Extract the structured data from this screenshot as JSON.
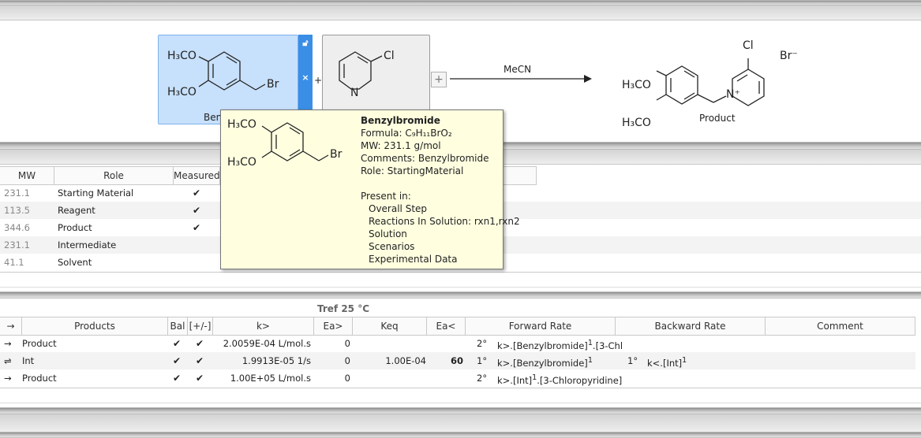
{
  "reaction": {
    "reactant1": {
      "name": "Benzylbromide",
      "caption": "Benzylbromide"
    },
    "reactant2": {
      "name": "3-Chloropyridine"
    },
    "plus": "+",
    "add_button": "+",
    "remove_button": "×",
    "lock_icon": "lock-icon",
    "condition": "MeCN",
    "product": {
      "caption": "Product",
      "counterion": "Br⁻"
    },
    "labels": {
      "h3co": "H₃CO",
      "br": "Br",
      "cl": "Cl",
      "n": "N",
      "nplus": "N⁺"
    }
  },
  "species_table": {
    "columns": [
      "MW",
      "Role",
      "Measured"
    ],
    "rows": [
      {
        "mw": "231.1",
        "role": "Starting Material",
        "measured": "✔"
      },
      {
        "mw": "113.5",
        "role": "Reagent",
        "measured": "✔"
      },
      {
        "mw": "344.6",
        "role": "Product",
        "measured": "✔"
      },
      {
        "mw": "231.1",
        "role": "Intermediate",
        "measured": ""
      },
      {
        "mw": "41.1",
        "role": "Solvent",
        "measured": ""
      }
    ]
  },
  "tooltip": {
    "title": "Benzylbromide",
    "formula": "Formula: C₉H₁₁BrO₂",
    "mw": "MW: 231.1 g/mol",
    "comments": "Comments: Benzylbromide",
    "role": "Role: StartingMaterial",
    "present_in_label": "Present in:",
    "present_in": [
      "Overall Step",
      "Reactions In Solution: rxn1,rxn2",
      "Solution",
      "Scenarios",
      "Experimental Data"
    ]
  },
  "reactions_table": {
    "tref": "Tref  25 °C",
    "columns": [
      "→",
      "Products",
      "Bal",
      "[+/-]",
      "k>",
      "Ea>",
      "Keq",
      "Ea<",
      "Forward Rate",
      "Backward Rate",
      "Comment"
    ],
    "rows": [
      {
        "arrow": "→",
        "products": "Product",
        "bal": "✔",
        "pm": "✔",
        "k": "2.0059E-04  L/mol.s",
        "ea": "0",
        "keq": "",
        "eab": "",
        "fwd_order": "2°",
        "fwd_prefix": "k>.[Benzylbromide]",
        "fwd_exp": "1",
        "fwd_suffix": ".[3-Chl",
        "bwd_order": "",
        "bwd_prefix": "",
        "bwd_exp": "",
        "comment": ""
      },
      {
        "arrow": "⇌",
        "products": "Int",
        "bal": "✔",
        "pm": "✔",
        "k": "1.9913E-05  1/s",
        "ea": "0",
        "keq": "1.00E-04",
        "eab": "60",
        "fwd_order": "1°",
        "fwd_prefix": "k>.[Benzylbromide]",
        "fwd_exp": "1",
        "fwd_suffix": "",
        "bwd_order": "1°",
        "bwd_prefix": "k<.[Int]",
        "bwd_exp": "1",
        "comment": ""
      },
      {
        "arrow": "→",
        "products": "Product",
        "bal": "✔",
        "pm": "✔",
        "k": "1.00E+05  L/mol.s",
        "ea": "0",
        "keq": "",
        "eab": "",
        "fwd_order": "2°",
        "fwd_prefix": "k>.[Int]",
        "fwd_exp": "1",
        "fwd_suffix": ".[3-Chloropyridine]",
        "bwd_order": "",
        "bwd_prefix": "",
        "bwd_exp": "",
        "comment": ""
      }
    ]
  }
}
